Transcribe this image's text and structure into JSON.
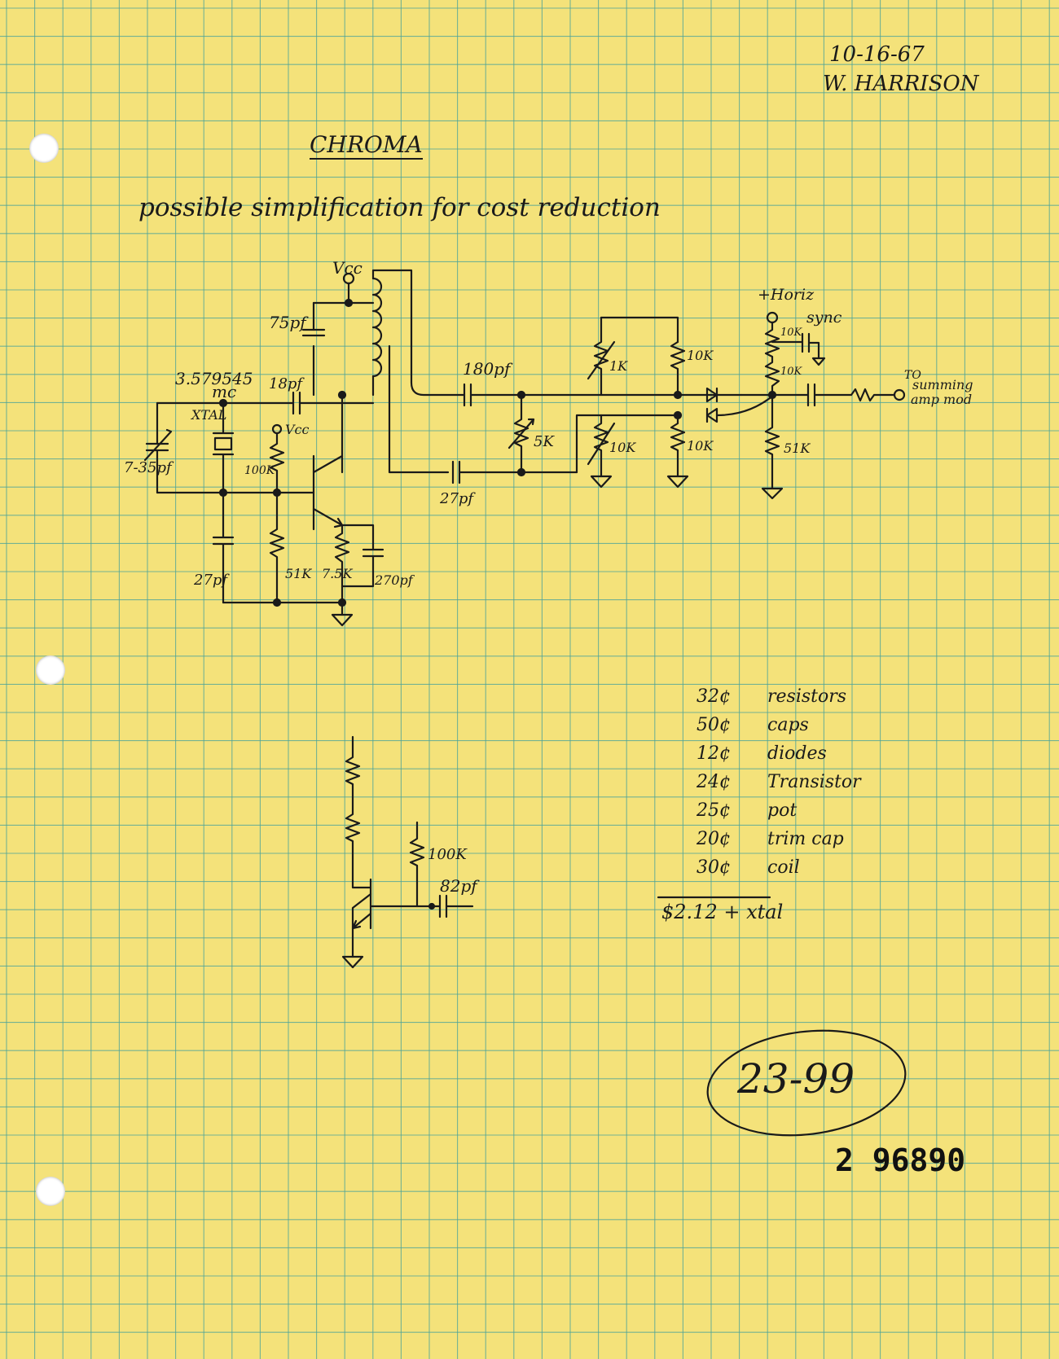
{
  "page": {
    "date": "10-16-67",
    "author": "W. HARRISON",
    "title": "CHROMA",
    "subtitle": "possible simplification for cost reduction",
    "paper_color": "#f4e27a",
    "grid_color": "#4aa39a",
    "ink_color": "#1a1a1a"
  },
  "circuit_labels": {
    "vcc_top": "Vcc",
    "cap_75": "75pf",
    "xtal_freq": "3.579545",
    "xtal_unit": "mc",
    "xtal": "XTAL",
    "cap_18": "18pf",
    "cap_trim": "7-35pf",
    "res_100k": "100K",
    "vcc_mid": "Vcc",
    "cap_27_left": "27pf",
    "res_51k_left": "51K",
    "res_7_5k": "7.5K",
    "cap_270": "270pf",
    "cap_180": "180pf",
    "cap_27_mid": "27pf",
    "pot_5k": "5K",
    "pot_top": "1K",
    "pot_bottom": "10K",
    "res_10k_top": "10K",
    "res_10k_bottom": "10K",
    "horiz_sync_1": "+Horiz",
    "horiz_sync_2": "sync",
    "res_10k_sync1": "10K",
    "res_10k_sync2": "10K",
    "res_51k_right": "51K",
    "to_label": "TO",
    "to_dest_1": "summing",
    "to_dest_2": "amp mod"
  },
  "sub_circuit": {
    "res_100k": "100K",
    "cap_82": "82pf"
  },
  "cost_list": [
    {
      "amount": "32¢",
      "item": "resistors"
    },
    {
      "amount": "50¢",
      "item": "caps"
    },
    {
      "amount": "12¢",
      "item": "diodes"
    },
    {
      "amount": "24¢",
      "item": "Transistor"
    },
    {
      "amount": "25¢",
      "item": "pot"
    },
    {
      "amount": "20¢",
      "item": "trim cap"
    },
    {
      "amount": "30¢",
      "item": "coil"
    }
  ],
  "cost_total": "$2.12 + xtal",
  "circled_number": "23-99",
  "stamp_number": "2 96890"
}
